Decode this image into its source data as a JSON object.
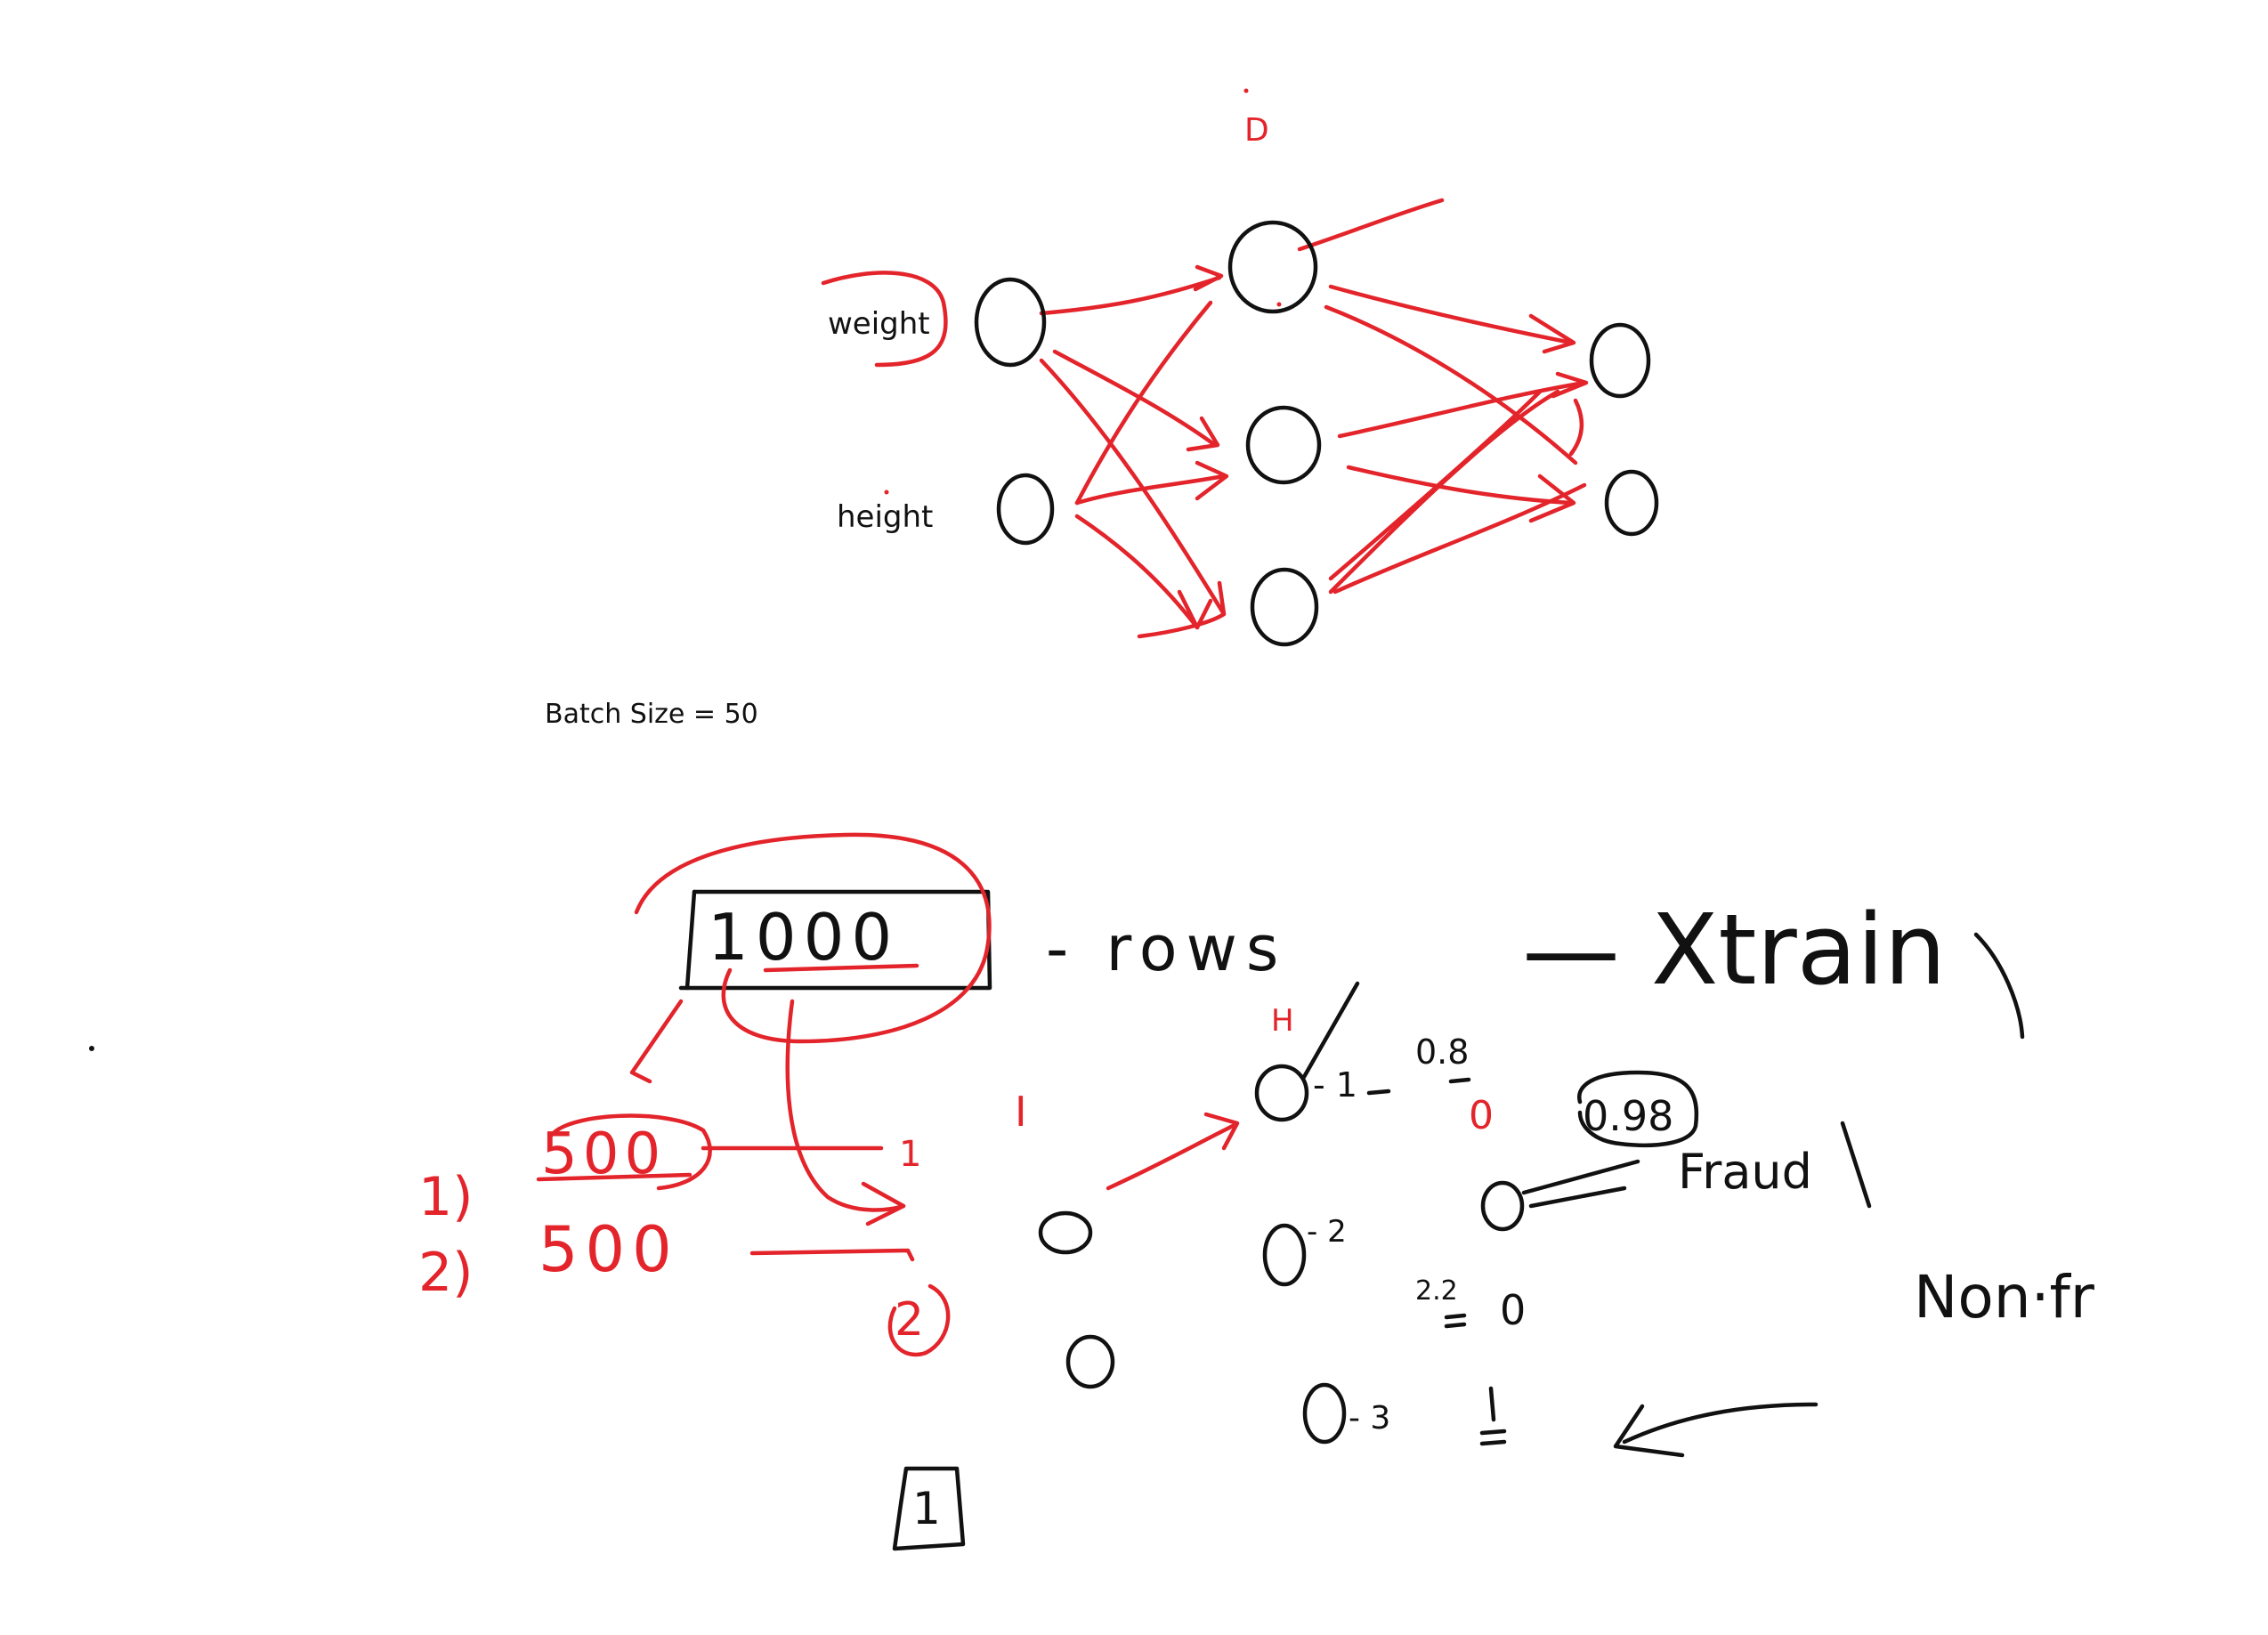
{
  "colors": {
    "ink": "#111111",
    "accent": "#e3242b",
    "background": "#ffffff"
  },
  "labels": {
    "top_d": "D",
    "weight": "weight",
    "height": "height",
    "batch_size": "Batch Size = 50",
    "box_value": "1000",
    "rows": "- rows",
    "xtrain": "— Xtrain",
    "h_label": "H",
    "i_label": "I",
    "split_1_num": "1)",
    "split_1_val": "500",
    "split_2_num": "2)",
    "split_2_val": "500",
    "one_mark": "1",
    "circled_2": "2",
    "boxed_1": "1",
    "h1_dash": "- 1",
    "val_08": "0.8",
    "val_0_red": "0",
    "val_098": "0.98",
    "fraud": "Fraud",
    "o2_dash": "- 2",
    "val_22": "2.2",
    "val_0_black": "0",
    "o3_dash": "- 3",
    "non_fr": "Non·fr"
  }
}
